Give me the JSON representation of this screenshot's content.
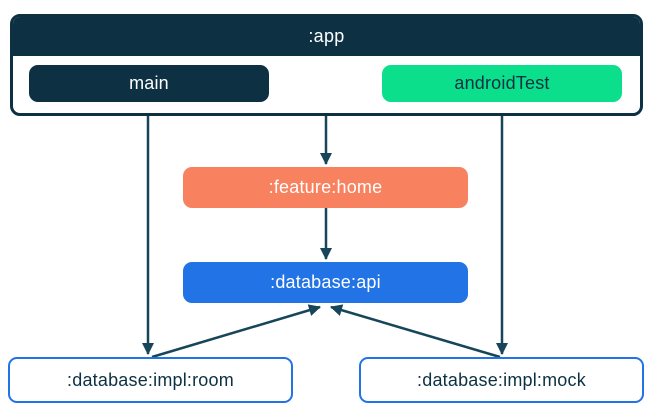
{
  "diagram": {
    "type": "module-dependency-graph",
    "nodes": {
      "app": {
        "label": ":app"
      },
      "main": {
        "label": "main"
      },
      "android_test": {
        "label": "androidTest"
      },
      "feature_home": {
        "label": ":feature:home"
      },
      "database_api": {
        "label": ":database:api"
      },
      "database_impl_room": {
        "label": ":database:impl:room"
      },
      "database_impl_mock": {
        "label": ":database:impl:mock"
      }
    },
    "edges": [
      {
        "from": ":app",
        "to": ":feature:home"
      },
      {
        "from": "main",
        "to": ":database:impl:room"
      },
      {
        "from": "androidTest",
        "to": ":database:impl:mock"
      },
      {
        "from": ":feature:home",
        "to": ":database:api"
      },
      {
        "from": ":database:impl:room",
        "to": ":database:api"
      },
      {
        "from": ":database:impl:mock",
        "to": ":database:api"
      }
    ],
    "colors": {
      "navy": "#0D3143",
      "green": "#0BDF8C",
      "orange": "#F8815F",
      "blue": "#2173E6",
      "arrow": "#17465A",
      "white": "#FFFFFF"
    }
  }
}
